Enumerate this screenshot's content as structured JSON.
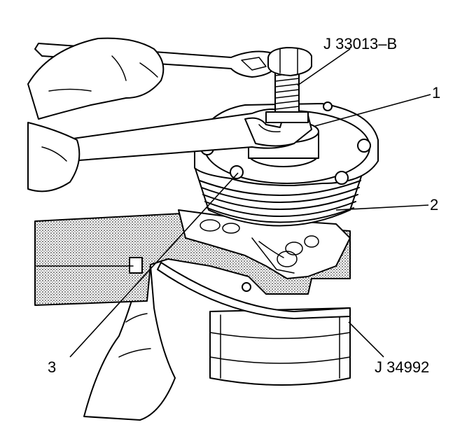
{
  "callouts": [
    {
      "id": "tool-j33013b",
      "text": "J 33013–B"
    },
    {
      "id": "item-1",
      "text": "1"
    },
    {
      "id": "item-2",
      "text": "2"
    },
    {
      "id": "item-3",
      "text": "3"
    },
    {
      "id": "tool-j34992",
      "text": "J 34992"
    }
  ],
  "colors": {
    "line": "#000000",
    "background": "#ffffff",
    "stipple": "#000000"
  }
}
